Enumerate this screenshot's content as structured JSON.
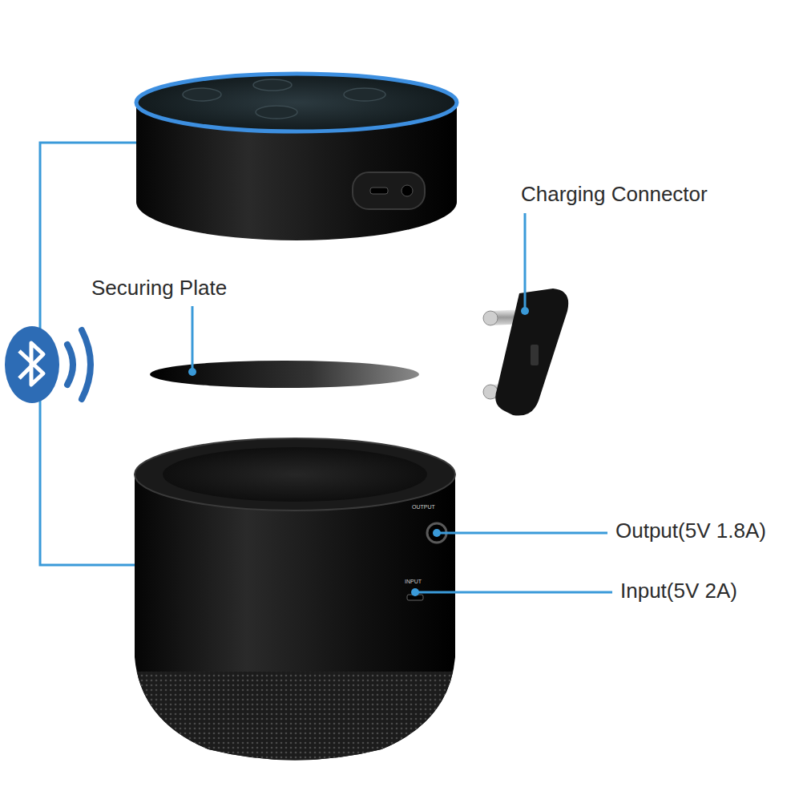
{
  "diagram": {
    "labels": [
      "Charging Connector",
      "Securing Plate",
      "Output(5V 1.8A)",
      "Input(5V 2A)",
      "OUTPUT",
      "INPUT"
    ]
  }
}
